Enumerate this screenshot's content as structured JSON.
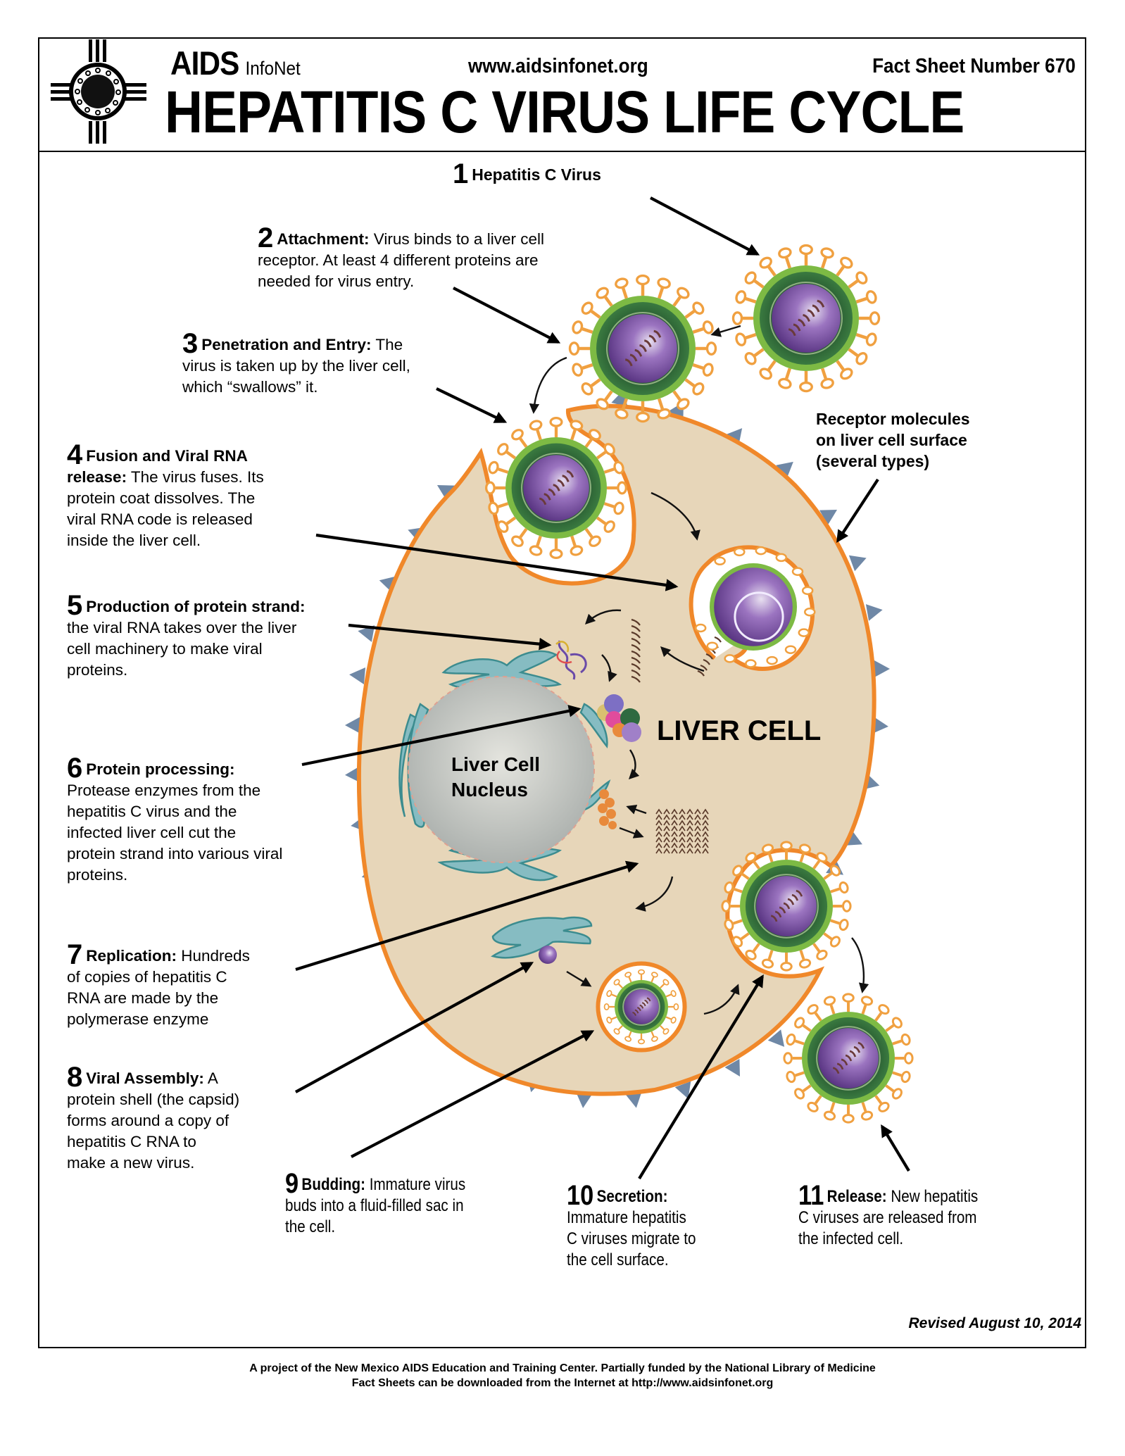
{
  "header": {
    "brand": "AIDS",
    "brand_sub": "InfoNet",
    "url": "www.aidsinfonet.org",
    "fact_sheet": "Fact Sheet Number 670",
    "title": "HEPATITIS C VIRUS LIFE CYCLE",
    "logo_icon": "zia-sun-virus-logo"
  },
  "steps": [
    {
      "num": "1",
      "head": "Hepatitis C Virus",
      "lines": []
    },
    {
      "num": "2",
      "head": "Attachment:",
      "first": " Virus binds to a liver cell",
      "lines": [
        "receptor. At least 4 different proteins are",
        "needed for virus entry."
      ]
    },
    {
      "num": "3",
      "head": "Penetration and Entry:",
      "first": " The",
      "lines": [
        "virus is taken up by the liver cell,",
        "which “swallows” it."
      ]
    },
    {
      "num": "4",
      "head": "Fusion and Viral RNA",
      "first": "",
      "head2": "release:",
      "first2": " The virus fuses. Its",
      "lines": [
        "protein coat dissolves. The",
        "viral RNA code is released",
        "inside the liver cell."
      ]
    },
    {
      "num": "5",
      "head": "Production of protein strand:",
      "first": "",
      "lines": [
        "the viral RNA takes over the liver",
        "cell machinery to make viral",
        "proteins."
      ]
    },
    {
      "num": "6",
      "head": "Protein processing:",
      "first": "",
      "lines": [
        "Protease enzymes from the",
        "hepatitis C virus and the",
        "infected liver cell cut the",
        "protein strand into various viral",
        "proteins."
      ]
    },
    {
      "num": "7",
      "head": "Replication:",
      "first": " Hundreds",
      "lines": [
        "of copies of hepatitis C",
        "RNA are made by the",
        "polymerase enzyme"
      ]
    },
    {
      "num": "8",
      "head": "Viral Assembly:",
      "first": " A",
      "lines": [
        "protein shell (the capsid)",
        "forms around a copy of",
        "hepatitis C RNA to",
        "make a new virus."
      ]
    },
    {
      "num": "9",
      "head": "Budding:",
      "first": " Immature virus",
      "lines": [
        "buds into a fluid-filled sac in",
        "the cell."
      ]
    },
    {
      "num": "10",
      "head": "Secretion:",
      "first": "",
      "lines": [
        "Immature hepatitis",
        "C viruses migrate to",
        "the cell surface."
      ]
    },
    {
      "num": "11",
      "head": "Release:",
      "first": " New hepatitis",
      "lines": [
        "C viruses are released from",
        "the infected cell."
      ]
    }
  ],
  "labels": {
    "receptor": [
      "Receptor molecules",
      "on liver cell surface",
      "(several types)"
    ],
    "liver_cell": "LIVER CELL",
    "nucleus": [
      "Liver Cell",
      "Nucleus"
    ]
  },
  "revised": "Revised August 10, 2014",
  "footer": {
    "line1": "A project of the New Mexico AIDS Education and Training Center.  Partially funded by the National Library of Medicine",
    "line2": "Fact Sheets can be downloaded from the Internet at http://www.aidsinfonet.org"
  },
  "colors": {
    "cell_fill": "#e7d6b9",
    "membrane": "#f0882a",
    "receptor": "#6f88a6",
    "virus_outer": "#7dba44",
    "virus_shell": "#2f6a38",
    "virus_core": "#7a4c9e",
    "spike": "#f0a040",
    "nucleus": "#c3c6c3",
    "er": "#86bcc2",
    "er_stroke": "#3c8c8f"
  }
}
